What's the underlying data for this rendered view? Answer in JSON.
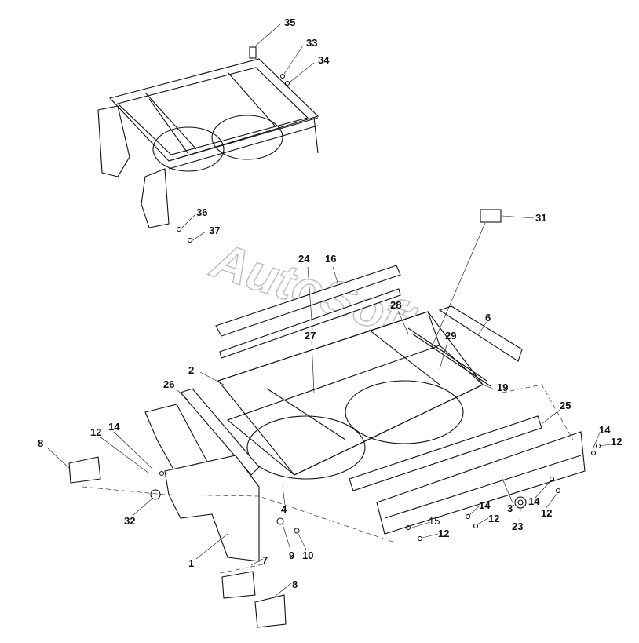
{
  "watermark": "AutoSoft",
  "callouts": [
    {
      "id": "c35",
      "text": "35",
      "weight": "bold"
    },
    {
      "id": "c33",
      "text": "33",
      "weight": "bold"
    },
    {
      "id": "c34",
      "text": "34",
      "weight": "bold"
    },
    {
      "id": "c36",
      "text": "36",
      "weight": "bold"
    },
    {
      "id": "c37",
      "text": "37",
      "weight": "bold"
    },
    {
      "id": "c31",
      "text": "31",
      "weight": "bold"
    },
    {
      "id": "c24",
      "text": "24",
      "weight": "bold"
    },
    {
      "id": "c16",
      "text": "16",
      "weight": "bold"
    },
    {
      "id": "c28",
      "text": "28",
      "weight": "bold"
    },
    {
      "id": "c6",
      "text": "6",
      "weight": "bold"
    },
    {
      "id": "c27",
      "text": "27",
      "weight": "bold"
    },
    {
      "id": "c29",
      "text": "29",
      "weight": "bold"
    },
    {
      "id": "c2",
      "text": "2",
      "weight": "bold"
    },
    {
      "id": "c19",
      "text": "19",
      "weight": "bold"
    },
    {
      "id": "c26",
      "text": "26",
      "weight": "bold"
    },
    {
      "id": "c25",
      "text": "25",
      "weight": "bold"
    },
    {
      "id": "c14a",
      "text": "14",
      "weight": "bold"
    },
    {
      "id": "c12a",
      "text": "12",
      "weight": "bold"
    },
    {
      "id": "c8a",
      "text": "8",
      "weight": "bold"
    },
    {
      "id": "c14b",
      "text": "14",
      "weight": "bold"
    },
    {
      "id": "c12b",
      "text": "12",
      "weight": "bold"
    },
    {
      "id": "c32",
      "text": "32",
      "weight": "bold"
    },
    {
      "id": "c4",
      "text": "4",
      "weight": "bold"
    },
    {
      "id": "c14c",
      "text": "14",
      "weight": "bold"
    },
    {
      "id": "c3",
      "text": "3",
      "weight": "bold"
    },
    {
      "id": "c14d",
      "text": "14",
      "weight": "bold"
    },
    {
      "id": "c12c",
      "text": "12",
      "weight": "bold"
    },
    {
      "id": "c15",
      "text": "15",
      "weight": "normal"
    },
    {
      "id": "c12d",
      "text": "12",
      "weight": "bold"
    },
    {
      "id": "c23",
      "text": "23",
      "weight": "bold"
    },
    {
      "id": "c12e",
      "text": "12",
      "weight": "bold"
    },
    {
      "id": "c1",
      "text": "1",
      "weight": "bold"
    },
    {
      "id": "c9",
      "text": "9",
      "weight": "bold"
    },
    {
      "id": "c10",
      "text": "10",
      "weight": "bold"
    },
    {
      "id": "c7",
      "text": "7",
      "weight": "bold"
    },
    {
      "id": "c8b",
      "text": "8",
      "weight": "bold"
    }
  ],
  "colors": {
    "line": "#111111",
    "background": "#ffffff",
    "watermark": "#bdbdbd"
  }
}
